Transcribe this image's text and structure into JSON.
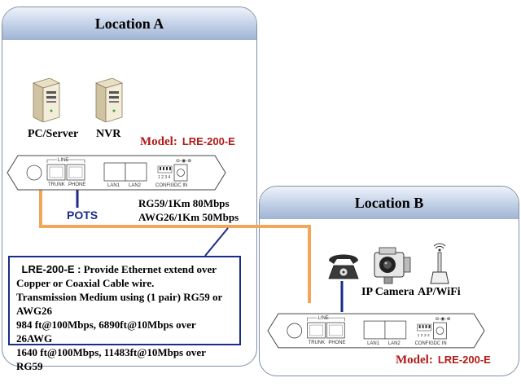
{
  "location_a": {
    "title": "Location A"
  },
  "location_b": {
    "title": "Location B"
  },
  "devices": {
    "pc_server": "PC/Server",
    "nvr": "NVR",
    "ip_camera": "IP Camera",
    "ap_wifi": "AP/WiFi"
  },
  "model": {
    "prefix": "Model:",
    "code": "LRE-200-E"
  },
  "pots": "POTS",
  "link_spec": {
    "line1": "RG59/1Km 80Mbps",
    "line2": "AWG26/1Km 50Mbps"
  },
  "panel_labels": {
    "line": "LINE",
    "trunk": "TRUNK",
    "phone": "PHONE",
    "lan1": "LAN1",
    "lan2": "LAN2",
    "config": "CONFIG",
    "dc_in": "DC IN",
    "dip": "1 2 3 4"
  },
  "note": {
    "product": "LRE-200-E :",
    "line1": " Provide  Ethernet extend over",
    "line2": "Copper or Coaxial Cable wire.",
    "line3": "Transmission Medium using (1 pair) RG59 or",
    "line4": "AWG26",
    "line5": "984 ft@100Mbps, 6890ft@10Mbps over 26AWG",
    "line6": "1640 ft@100Mbps, 11483ft@10Mbps over RG59"
  },
  "colors": {
    "cable": "#f2a65a",
    "phone_line": "#1a2c8a",
    "model_text": "#b01a17",
    "note_border": "#1a2c8a"
  }
}
